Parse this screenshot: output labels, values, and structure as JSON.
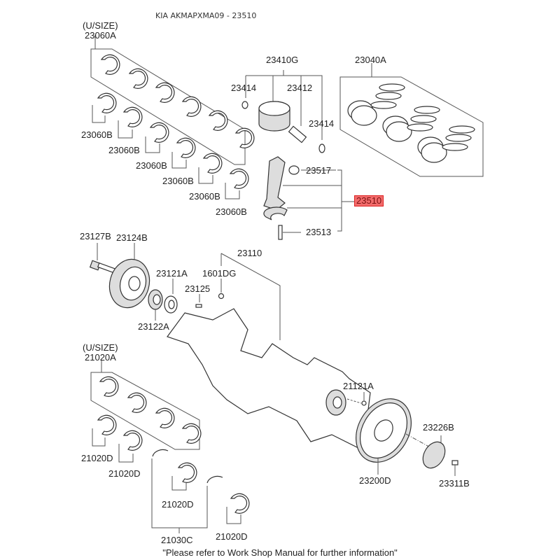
{
  "title": "KIA AKMAPXMA09 - 23510",
  "highlight_color": "#f26b6b",
  "footer": "\"Please refer to Work Shop Manual for further information\"",
  "labels": {
    "usize_top": "(U/SIZE)",
    "p23060A": "23060A",
    "p23060B": "23060B",
    "p23410G": "23410G",
    "p23414": "23414",
    "p23412": "23412",
    "p23040A": "23040A",
    "p23517": "23517",
    "p23510": "23510",
    "p23513": "23513",
    "p23127B": "23127B",
    "p23124B": "23124B",
    "p23121A": "23121A",
    "p1601DG": "1601DG",
    "p23110": "23110",
    "p23125": "23125",
    "p23122A": "23122A",
    "usize_bottom": "(U/SIZE)",
    "p21020A": "21020A",
    "p21020D": "21020D",
    "p21121A": "21121A",
    "p23226B": "23226B",
    "p23200D": "23200D",
    "p23311B": "23311B",
    "p21030C": "21030C"
  }
}
